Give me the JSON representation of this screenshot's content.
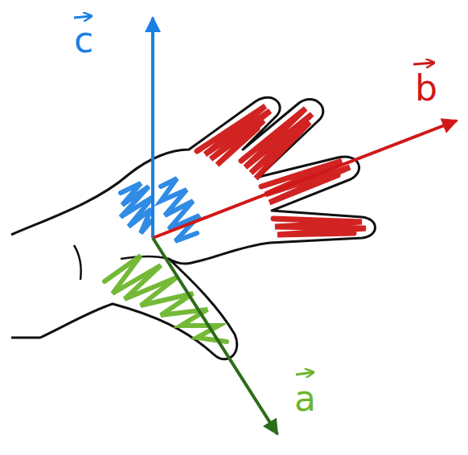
{
  "diagram": {
    "labels": [
      "c",
      "b",
      "a"
    ]
  }
}
